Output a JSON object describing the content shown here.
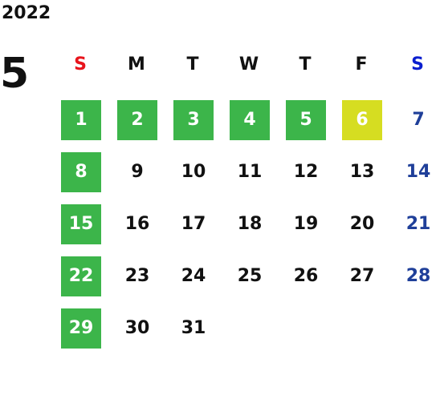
{
  "calendar": {
    "year": "2022",
    "month": "5",
    "weekdays": [
      {
        "label": "S",
        "color": "#e8141c"
      },
      {
        "label": "M",
        "color": "#111111"
      },
      {
        "label": "T",
        "color": "#111111"
      },
      {
        "label": "W",
        "color": "#111111"
      },
      {
        "label": "T",
        "color": "#111111"
      },
      {
        "label": "F",
        "color": "#111111"
      },
      {
        "label": "S",
        "color": "#0b1fcf"
      }
    ],
    "days": [
      {
        "label": "1",
        "col": 0,
        "row": 0,
        "highlight": "green"
      },
      {
        "label": "2",
        "col": 1,
        "row": 0,
        "highlight": "green"
      },
      {
        "label": "3",
        "col": 2,
        "row": 0,
        "highlight": "green"
      },
      {
        "label": "4",
        "col": 3,
        "row": 0,
        "highlight": "green"
      },
      {
        "label": "5",
        "col": 4,
        "row": 0,
        "highlight": "green"
      },
      {
        "label": "6",
        "col": 5,
        "row": 0,
        "highlight": "yellow"
      },
      {
        "label": "7",
        "col": 6,
        "row": 0,
        "highlight": "none"
      },
      {
        "label": "8",
        "col": 0,
        "row": 1,
        "highlight": "green"
      },
      {
        "label": "9",
        "col": 1,
        "row": 1,
        "highlight": "none"
      },
      {
        "label": "10",
        "col": 2,
        "row": 1,
        "highlight": "none"
      },
      {
        "label": "11",
        "col": 3,
        "row": 1,
        "highlight": "none"
      },
      {
        "label": "12",
        "col": 4,
        "row": 1,
        "highlight": "none"
      },
      {
        "label": "13",
        "col": 5,
        "row": 1,
        "highlight": "none"
      },
      {
        "label": "14",
        "col": 6,
        "row": 1,
        "highlight": "none"
      },
      {
        "label": "15",
        "col": 0,
        "row": 2,
        "highlight": "green"
      },
      {
        "label": "16",
        "col": 1,
        "row": 2,
        "highlight": "none"
      },
      {
        "label": "17",
        "col": 2,
        "row": 2,
        "highlight": "none"
      },
      {
        "label": "18",
        "col": 3,
        "row": 2,
        "highlight": "none"
      },
      {
        "label": "19",
        "col": 4,
        "row": 2,
        "highlight": "none"
      },
      {
        "label": "20",
        "col": 5,
        "row": 2,
        "highlight": "none"
      },
      {
        "label": "21",
        "col": 6,
        "row": 2,
        "highlight": "none"
      },
      {
        "label": "22",
        "col": 0,
        "row": 3,
        "highlight": "green"
      },
      {
        "label": "23",
        "col": 1,
        "row": 3,
        "highlight": "none"
      },
      {
        "label": "24",
        "col": 2,
        "row": 3,
        "highlight": "none"
      },
      {
        "label": "25",
        "col": 3,
        "row": 3,
        "highlight": "none"
      },
      {
        "label": "26",
        "col": 4,
        "row": 3,
        "highlight": "none"
      },
      {
        "label": "27",
        "col": 5,
        "row": 3,
        "highlight": "none"
      },
      {
        "label": "28",
        "col": 6,
        "row": 3,
        "highlight": "none"
      },
      {
        "label": "29",
        "col": 0,
        "row": 4,
        "highlight": "green"
      },
      {
        "label": "30",
        "col": 1,
        "row": 4,
        "highlight": "none"
      },
      {
        "label": "31",
        "col": 2,
        "row": 4,
        "highlight": "none"
      }
    ],
    "colors": {
      "green": "#3cb54a",
      "yellow": "#d6dd21",
      "highlight_text": "#ffffff",
      "default_text": "#111111",
      "saturday_date_text": "#1f3f99"
    }
  }
}
